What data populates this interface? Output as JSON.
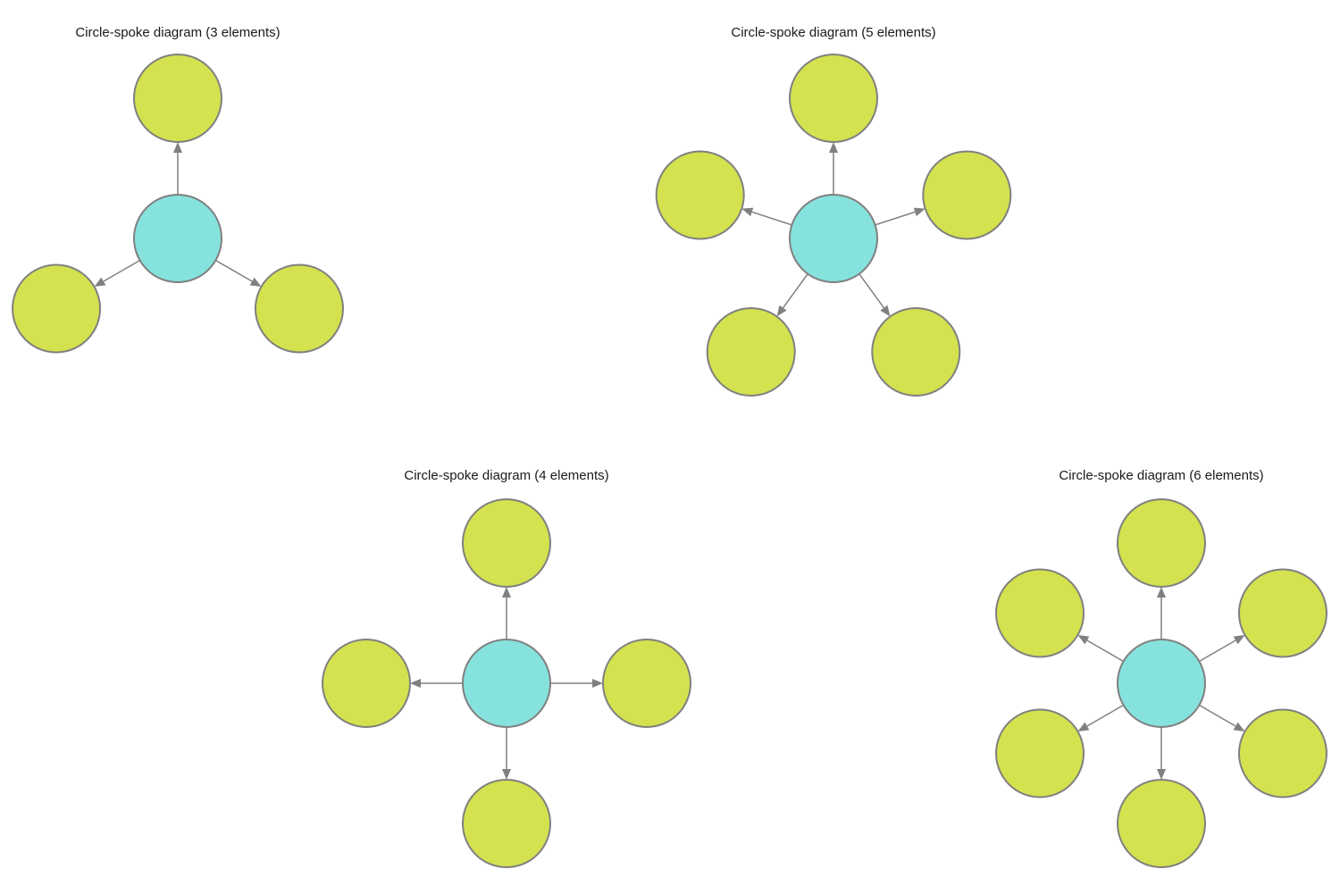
{
  "colors": {
    "background": "#ffffff",
    "hub_fill": "#86E2DC",
    "satellite_fill": "#D3E24E",
    "circle_stroke": "#808080",
    "spoke_color": "#808080",
    "title_color": "#1a1a1a"
  },
  "geometry": {
    "circle_radius": 49,
    "spoke_length": 157,
    "circle_stroke_width": 2,
    "spoke_stroke_width": 1.5,
    "arrow_length": 12,
    "arrow_half_width": 5
  },
  "diagrams": [
    {
      "id": "3-elements",
      "title": "Circle-spoke diagram (3 elements)",
      "element_count": 3,
      "satellite_angles_deg": [
        270,
        30,
        150
      ]
    },
    {
      "id": "5-elements",
      "title": "Circle-spoke diagram (5 elements)",
      "element_count": 5,
      "satellite_angles_deg": [
        270,
        342,
        54,
        126,
        198
      ]
    },
    {
      "id": "4-elements",
      "title": "Circle-spoke diagram (4 elements)",
      "element_count": 4,
      "satellite_angles_deg": [
        270,
        0,
        90,
        180
      ]
    },
    {
      "id": "6-elements",
      "title": "Circle-spoke diagram (6 elements)",
      "element_count": 6,
      "satellite_angles_deg": [
        270,
        330,
        30,
        90,
        150,
        210
      ]
    }
  ]
}
